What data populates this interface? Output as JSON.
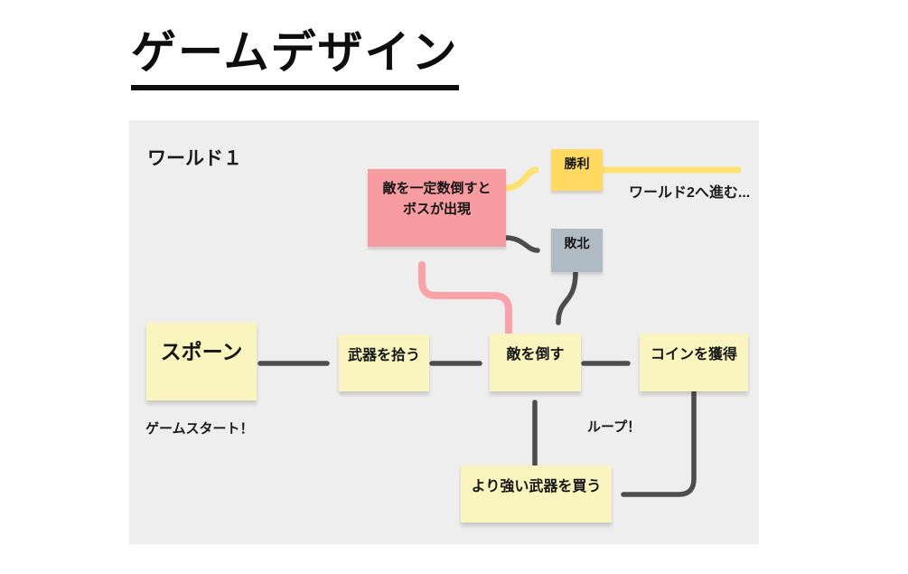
{
  "page": {
    "title": "ゲームデザイン"
  },
  "board": {
    "world_label": "ワールド１",
    "notes": {
      "spawn": {
        "label": "スポーン"
      },
      "pickup": {
        "label": "武器を拾う"
      },
      "defeat": {
        "label": "敵を倒す"
      },
      "coins": {
        "label": "コインを獲得"
      },
      "buy": {
        "label": "より強い武器を買う"
      },
      "boss": {
        "line1": "敵を一定数倒すと",
        "line2": "ボスが出現"
      },
      "win": {
        "label": "勝利"
      },
      "lose": {
        "label": "敗北"
      }
    },
    "annotations": {
      "game_start": "ゲームスタート！",
      "loop": "ループ！",
      "next_world": "ワールド2へ進む..."
    },
    "colors": {
      "canvas_bg": "#EFEEEE",
      "sticky_yellow": "#FAF5BE",
      "boss_pink": "#F79CA0",
      "win_yellow": "#FFD960",
      "lose_gray": "#B0BBC3",
      "arrow_dark": "#4D4D4D",
      "arrow_pink": "#F9A3A8",
      "arrow_yellow": "#FFE170",
      "text": "#141414"
    }
  }
}
